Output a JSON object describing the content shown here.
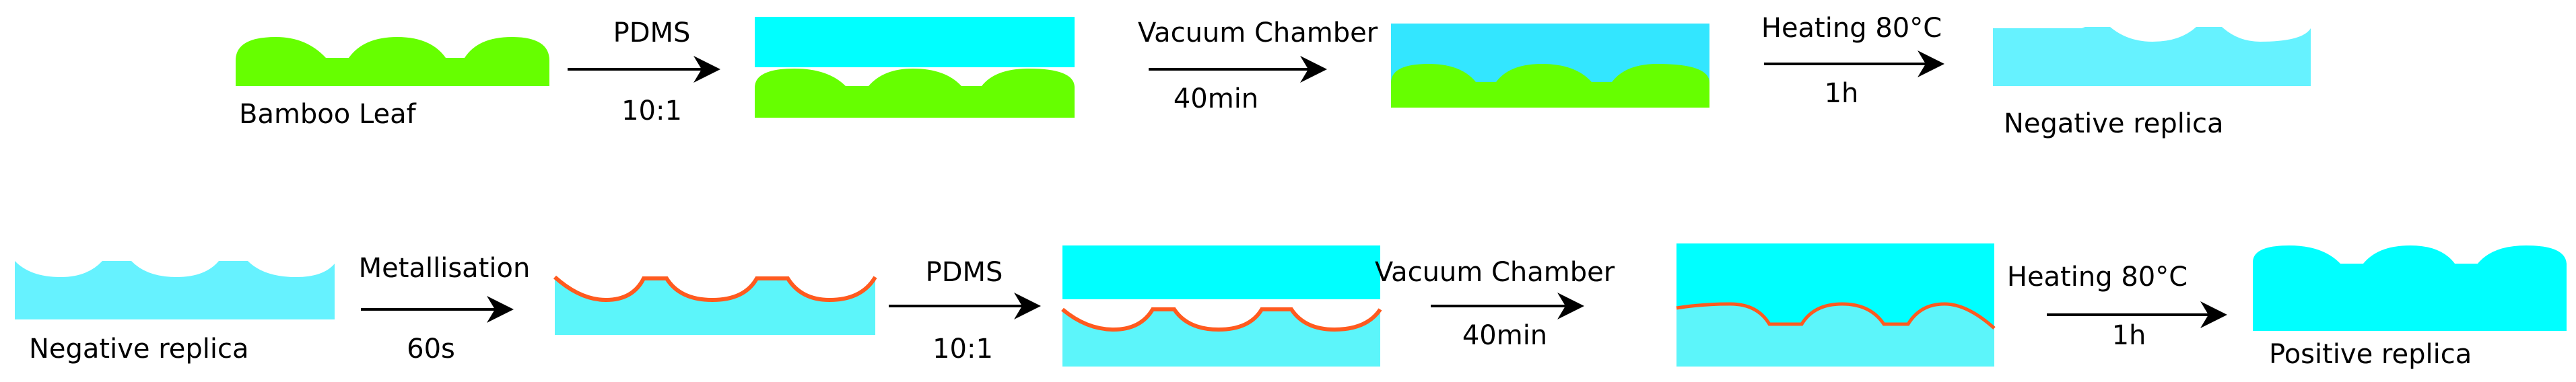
{
  "colors": {
    "leaf_green": "#66FF00",
    "pdms_cyan": "#00FFFF",
    "replica_light": "#66F2FF",
    "replica_pale": "#5CF5FA",
    "metal_orange": "#FF5A1F",
    "arrow": "#000000"
  },
  "row1": {
    "stage1_label": "Bamboo Leaf",
    "step1": {
      "top": "PDMS",
      "bottom": "10:1"
    },
    "step2": {
      "top": "Vacuum Chamber",
      "bottom": "40min"
    },
    "step3": {
      "top": "Heating 80°C",
      "bottom": "1h"
    },
    "stage4_label": "Negative replica"
  },
  "row2": {
    "stage1_label": "Negative replica",
    "step1": {
      "top": "Metallisation",
      "bottom": "60s"
    },
    "step2": {
      "top": "PDMS",
      "bottom": "10:1"
    },
    "step3": {
      "top": "Vacuum Chamber",
      "bottom": "40min"
    },
    "step4": {
      "top": "Heating 80°C",
      "bottom": "1h"
    },
    "stage6_label": "Positive replica"
  }
}
